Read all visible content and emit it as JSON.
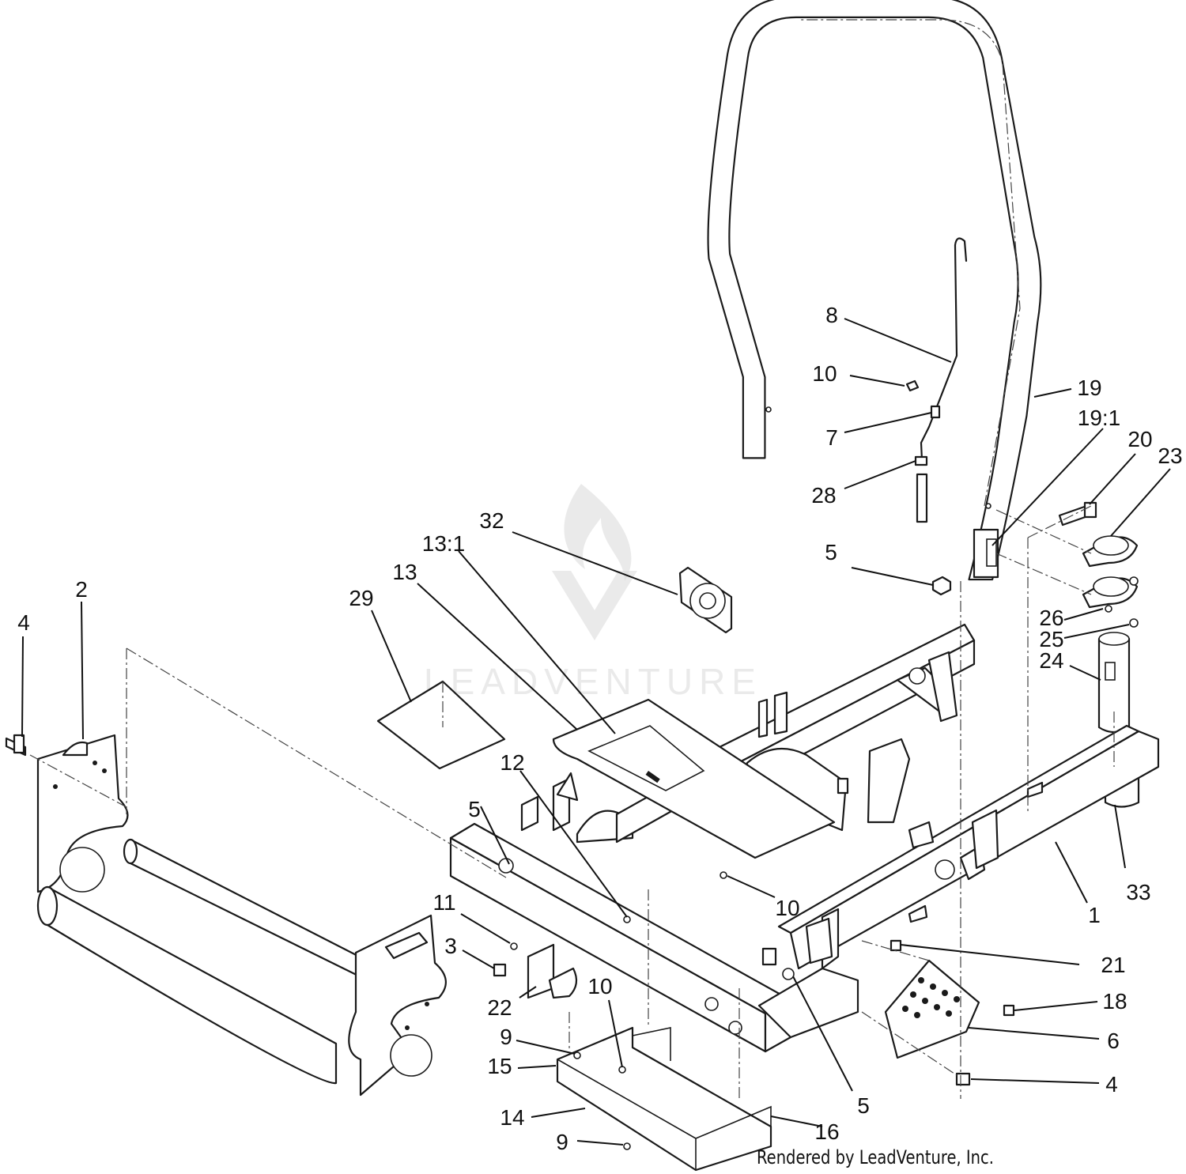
{
  "callouts": [
    {
      "label": "8"
    },
    {
      "label": "10"
    },
    {
      "label": "19"
    },
    {
      "label": "19:1"
    },
    {
      "label": "7"
    },
    {
      "label": "20"
    },
    {
      "label": "23"
    },
    {
      "label": "28"
    },
    {
      "label": "32"
    },
    {
      "label": "13:1"
    },
    {
      "label": "5"
    },
    {
      "label": "13"
    },
    {
      "label": "2"
    },
    {
      "label": "29"
    },
    {
      "label": "26"
    },
    {
      "label": "25"
    },
    {
      "label": "4"
    },
    {
      "label": "24"
    },
    {
      "label": "12"
    },
    {
      "label": "5"
    },
    {
      "label": "10"
    },
    {
      "label": "33"
    },
    {
      "label": "1"
    },
    {
      "label": "11"
    },
    {
      "label": "3"
    },
    {
      "label": "21"
    },
    {
      "label": "10"
    },
    {
      "label": "18"
    },
    {
      "label": "22"
    },
    {
      "label": "9"
    },
    {
      "label": "6"
    },
    {
      "label": "15"
    },
    {
      "label": "4"
    },
    {
      "label": "5"
    },
    {
      "label": "14"
    },
    {
      "label": "16"
    },
    {
      "label": "9"
    }
  ],
  "footer": {
    "credit": "Rendered by LeadVenture, Inc."
  },
  "watermark": {
    "text": "LEADVENTURE",
    "icon": "flame-logo-icon"
  }
}
